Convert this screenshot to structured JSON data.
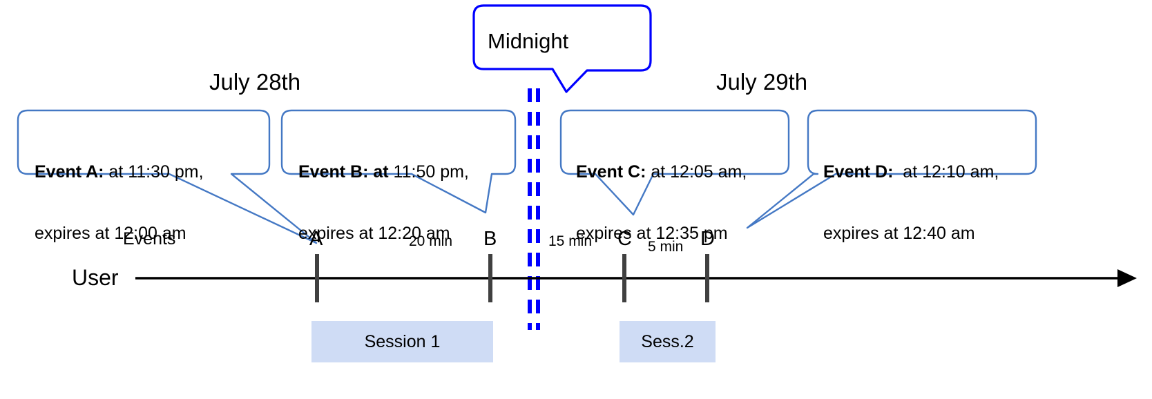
{
  "diagram": {
    "title_callout": {
      "label": "Midnight"
    },
    "dates": [
      {
        "name": "date-left",
        "label": "July 28th"
      },
      {
        "name": "date-right",
        "label": "July 29th"
      }
    ],
    "row_labels": {
      "events": "Events",
      "user": "User"
    },
    "callouts": [
      {
        "id": "event-a",
        "bold": "Event A:",
        "rest_line1": " at 11:30 pm,",
        "line2": "expires at 12:00 am"
      },
      {
        "id": "event-b",
        "bold": "Event B: at",
        "rest_line1": " 11:50 pm,",
        "line2": "expires at 12:20 am"
      },
      {
        "id": "event-c",
        "bold": "Event C:",
        "rest_line1": " at 12:05 am,",
        "line2": "expires at 12:35 pm"
      },
      {
        "id": "event-d",
        "bold": "Event D:",
        "rest_line1": "  at 12:10 am,",
        "line2": "expires at 12:40 am"
      }
    ],
    "markers": [
      {
        "id": "marker-a",
        "label": "A"
      },
      {
        "id": "marker-b",
        "label": "B"
      },
      {
        "id": "marker-c",
        "label": "C"
      },
      {
        "id": "marker-d",
        "label": "D"
      }
    ],
    "intervals": [
      {
        "id": "interval-ab",
        "label": "20 min"
      },
      {
        "id": "interval-bc",
        "label": "15 min"
      },
      {
        "id": "interval-cd",
        "label": "5 min"
      }
    ],
    "sessions": [
      {
        "id": "session-1",
        "label": "Session 1"
      },
      {
        "id": "session-2",
        "label": "Sess.2"
      }
    ],
    "colors": {
      "callout_border": "#4478c4",
      "midnight_border": "#0000ff",
      "midnight_divider": "#0000ff",
      "session_fill": "#cfdcf5",
      "axis": "#000000",
      "marker": "#404040"
    }
  }
}
